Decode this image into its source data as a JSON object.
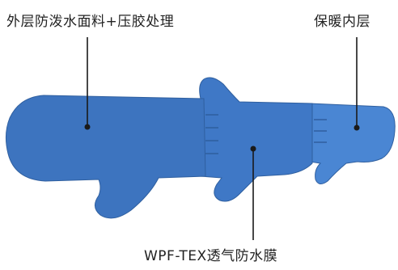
{
  "labels": {
    "outer_layer": "外层防泼水面料+压胶处理",
    "inner_layer": "保暖内层",
    "membrane": "WPF-TEX透气防水膜"
  },
  "colors": {
    "background": "#ffffff",
    "outer_glove_fill": "#3d74bf",
    "membrane_glove_fill": "#3f78c6",
    "inner_glove_fill": "#4a86d3",
    "outline": "#2f5f9f",
    "leader_line": "#1a1a1a",
    "text": "#222222"
  }
}
